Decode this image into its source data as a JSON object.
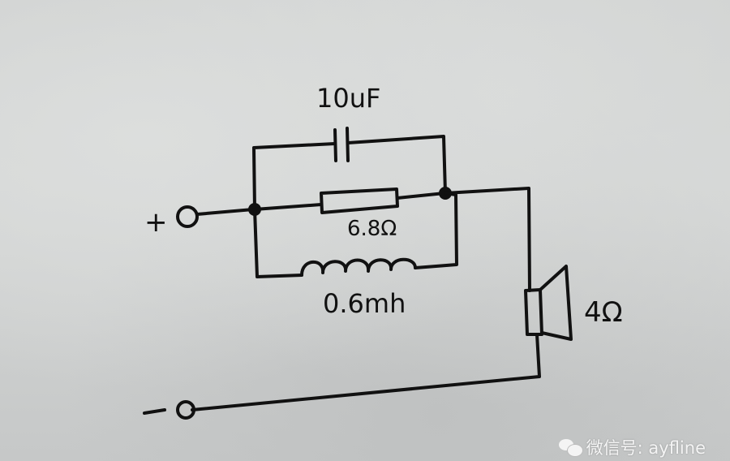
{
  "diagram": {
    "title": "Hand-drawn speaker crossover circuit",
    "components": {
      "capacitor": {
        "label": "10uF"
      },
      "resistor": {
        "label": "6.8Ω"
      },
      "inductor": {
        "label": "0.6mh"
      },
      "speaker": {
        "label": "4Ω"
      }
    },
    "terminals": {
      "positive": "+",
      "negative": "-"
    },
    "colors": {
      "ink": "#111111",
      "paper": "#cfd1d0"
    }
  },
  "watermark": {
    "text": "微信号: ayfline"
  }
}
